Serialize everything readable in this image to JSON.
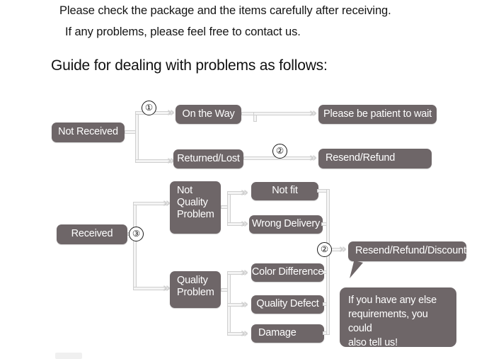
{
  "intro": {
    "line1": "Please check the package and the items carefully after receiving.",
    "line2": "If any problems, please feel free to contact us."
  },
  "guide_title": "Guide for dealing with problems as follows:",
  "colors": {
    "node_fill": "#6e6668",
    "node_text": "#ffffff",
    "connector": "#f4f4f4",
    "connector_border": "#cfcfcf",
    "arrow": "#d2d2d2",
    "marker_text": "#1a1a1a",
    "background": "#ffffff"
  },
  "flowchart": {
    "nodes": {
      "not_received": "Not Received",
      "on_the_way": "On the Way",
      "returned_lost": "Returned/Lost",
      "please_wait": "Please be patient to wait",
      "resend_refund": "Resend/Refund",
      "received": "Received",
      "not_quality_problem": "Not\nQuality\nProblem",
      "not_quality_problem_l1": "Not",
      "not_quality_problem_l2": "Quality",
      "not_quality_problem_l3": "Problem",
      "quality_problem_l1": "Quality",
      "quality_problem_l2": "Problem",
      "not_fit": "Not fit",
      "wrong_delivery": "Wrong Delivery",
      "color_difference": "Color Difference",
      "quality_defect": "Quality Defect",
      "damage": "Damage",
      "resend_refund_discount": "Resend/Refund/Discount"
    },
    "markers": {
      "m1": "①",
      "m2_top": "②",
      "m3": "③",
      "m2_bottom": "②"
    },
    "arrow_glyph": "»"
  },
  "callout": {
    "line1": "If you have any else",
    "line2": "requirements, you could",
    "line3": "also tell us!"
  }
}
